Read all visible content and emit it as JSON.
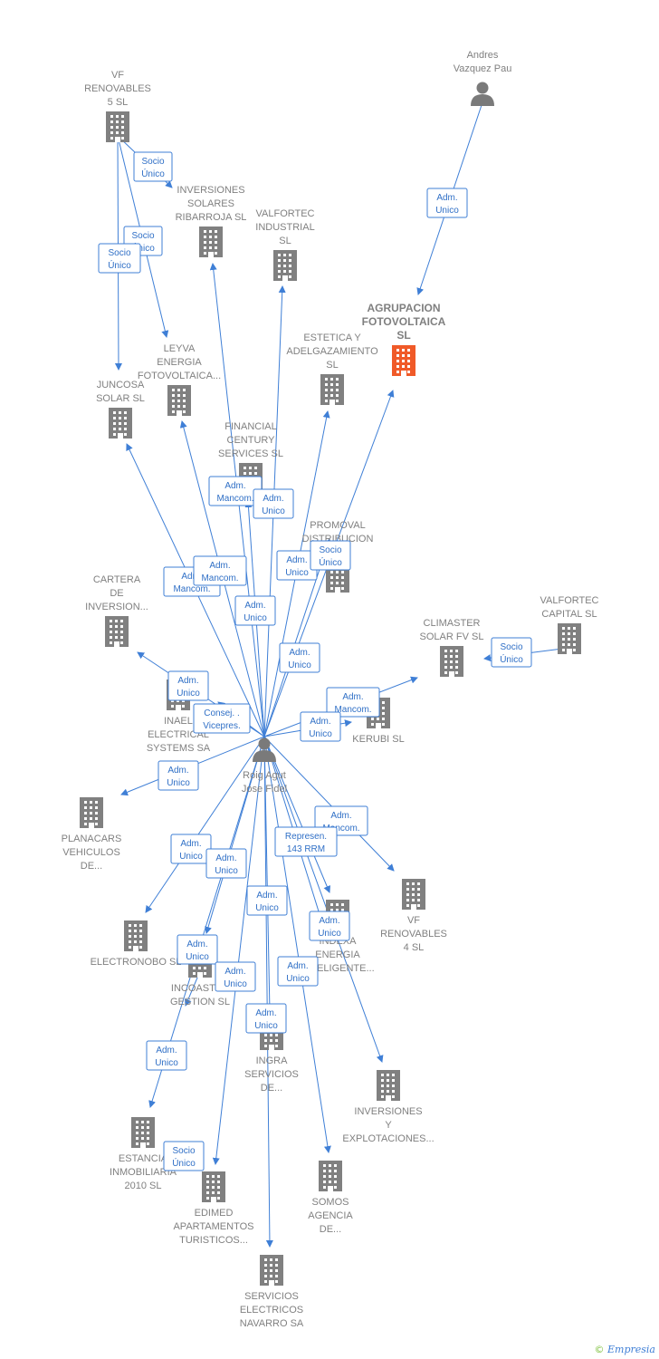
{
  "colors": {
    "edge": "#3f7fd6",
    "building": "#808080",
    "focus_building": "#f05a28",
    "person": "#7a7a7a"
  },
  "nodes": [
    {
      "id": "vf5",
      "type": "company",
      "lines": [
        "VF",
        "RENOVABLES",
        "5  SL"
      ]
    },
    {
      "id": "isr",
      "type": "company",
      "lines": [
        "INVERSIONES",
        "SOLARES",
        "RIBARROJA SL"
      ]
    },
    {
      "id": "vfi",
      "type": "company",
      "lines": [
        "VALFORTEC",
        "INDUSTRIAL",
        "SL"
      ]
    },
    {
      "id": "avp",
      "type": "person",
      "lines": [
        "Andres",
        "Vazquez Pau"
      ]
    },
    {
      "id": "agr",
      "type": "focus",
      "lines": [
        "AGRUPACION",
        "FOTOVOLTAICA",
        "SL"
      ]
    },
    {
      "id": "ead",
      "type": "company",
      "lines": [
        "ESTETICA Y",
        "ADELGAZAMIENTO",
        "SL"
      ]
    },
    {
      "id": "ley",
      "type": "company",
      "lines": [
        "LEYVA",
        "ENERGIA",
        "FOTOVOLTAICA..."
      ]
    },
    {
      "id": "jun",
      "type": "company",
      "lines": [
        "JUNCOSA",
        "SOLAR  SL"
      ]
    },
    {
      "id": "fcs",
      "type": "company",
      "lines": [
        "FINANCIAL",
        "CENTURY",
        "SERVICES  SL"
      ]
    },
    {
      "id": "pro",
      "type": "company",
      "lines": [
        "PROMOVAL",
        "DISTRIBUCION",
        "SL"
      ]
    },
    {
      "id": "car",
      "type": "company",
      "lines": [
        "CARTERA",
        "DE",
        "INVERSION..."
      ]
    },
    {
      "id": "cli",
      "type": "company",
      "lines": [
        "CLIMASTER",
        "SOLAR FV SL"
      ]
    },
    {
      "id": "vfc",
      "type": "company",
      "lines": [
        "VALFORTEC",
        "CAPITAL  SL"
      ]
    },
    {
      "id": "ina",
      "type": "company",
      "lines": [
        "INAEL",
        "ELECTRICAL",
        "SYSTEMS SA"
      ]
    },
    {
      "id": "ker",
      "type": "company",
      "lines": [
        "KERUBI SL"
      ]
    },
    {
      "id": "rag",
      "type": "person",
      "lines": [
        "Roig Agut",
        "Jose Fidel"
      ]
    },
    {
      "id": "pla",
      "type": "company",
      "lines": [
        "PLANACARS",
        "VEHICULOS",
        "DE..."
      ]
    },
    {
      "id": "vf4",
      "type": "company",
      "lines": [
        "VF",
        "RENOVABLES",
        "4  SL"
      ]
    },
    {
      "id": "ele",
      "type": "company",
      "lines": [
        "ELECTRONOBO SL"
      ]
    },
    {
      "id": "ind",
      "type": "company",
      "lines": [
        "INDEXA",
        "ENERGIA",
        "INTELIGENTE..."
      ]
    },
    {
      "id": "inc",
      "type": "company",
      "lines": [
        "INCOASTER",
        "GESTION  SL"
      ]
    },
    {
      "id": "ing",
      "type": "company",
      "lines": [
        "INGRA",
        "SERVICIOS",
        "DE..."
      ]
    },
    {
      "id": "iye",
      "type": "company",
      "lines": [
        "INVERSIONES",
        "Y",
        "EXPLOTACIONES..."
      ]
    },
    {
      "id": "est",
      "type": "company",
      "lines": [
        "ESTANCIA",
        "INMOBILIARIA",
        "2010 SL"
      ]
    },
    {
      "id": "edi",
      "type": "company",
      "lines": [
        "EDIMED",
        "APARTAMENTOS",
        "TURISTICOS..."
      ]
    },
    {
      "id": "som",
      "type": "company",
      "lines": [
        "SOMOS",
        "AGENCIA",
        "DE..."
      ]
    },
    {
      "id": "sen",
      "type": "company",
      "lines": [
        "SERVICIOS",
        "ELECTRICOS",
        "NAVARRO SA"
      ]
    }
  ],
  "edges": [
    {
      "from": "vf5",
      "to": "isr",
      "label": [
        "Socio",
        "Único"
      ]
    },
    {
      "from": "vf5",
      "to": "ley",
      "label": [
        "Socio",
        "Único"
      ]
    },
    {
      "from": "vf5",
      "to": "jun",
      "label": [
        "Socio",
        "Único"
      ]
    },
    {
      "from": "avp",
      "to": "agr",
      "label": [
        "Adm.",
        "Unico"
      ]
    },
    {
      "from": "rag",
      "to": "fcs",
      "label": [
        "Adm.",
        "Mancom."
      ]
    },
    {
      "from": "rag",
      "to": "vfi",
      "label": [
        "Adm.",
        "Unico"
      ]
    },
    {
      "from": "rag",
      "to": "ead",
      "label": [
        "Adm.",
        "Unico"
      ]
    },
    {
      "from": "rag",
      "to": "pro",
      "label": [
        "Socio",
        "Único"
      ]
    },
    {
      "from": "rag",
      "to": "jun",
      "label": [
        "Adm.",
        "Mancom."
      ]
    },
    {
      "from": "rag",
      "to": "ley",
      "label": [
        "Adm.",
        "Mancom."
      ]
    },
    {
      "from": "rag",
      "to": "isr",
      "label": [
        "Adm.",
        "Unico"
      ]
    },
    {
      "from": "rag",
      "to": "agr",
      "label": [
        "Adm.",
        "Unico"
      ]
    },
    {
      "from": "rag",
      "to": "car",
      "label": [
        "Adm.",
        "Unico"
      ]
    },
    {
      "from": "rag",
      "to": "ina",
      "label": [
        "Consej. .",
        "Vicepres."
      ]
    },
    {
      "from": "rag",
      "to": "cli",
      "label": [
        "Adm.",
        "Mancom."
      ]
    },
    {
      "from": "rag",
      "to": "ker",
      "label": [
        "Adm.",
        "Unico"
      ]
    },
    {
      "from": "vfc",
      "to": "cli",
      "label": [
        "Socio",
        "Único"
      ]
    },
    {
      "from": "rag",
      "to": "pla",
      "label": [
        "Adm.",
        "Unico"
      ]
    },
    {
      "from": "rag",
      "to": "vf4",
      "label": [
        "Adm.",
        "Mancom."
      ]
    },
    {
      "from": "rag",
      "to": "ind",
      "label": [
        "Represen.",
        "143 RRM"
      ]
    },
    {
      "from": "rag",
      "to": "ele",
      "label": [
        "Adm.",
        "Unico"
      ]
    },
    {
      "from": "rag",
      "to": "inc",
      "label": [
        "Adm.",
        "Unico"
      ]
    },
    {
      "from": "rag",
      "to": "ing",
      "label": [
        "Adm.",
        "Unico"
      ]
    },
    {
      "from": "rag",
      "to": "ind",
      "label": [
        "Adm.",
        "Unico"
      ]
    },
    {
      "from": "rag",
      "to": "est",
      "label": [
        "Adm.",
        "Unico"
      ]
    },
    {
      "from": "rag",
      "to": "edi",
      "label": [
        "Adm.",
        "Unico"
      ]
    },
    {
      "from": "rag",
      "to": "iye",
      "label": [
        "Adm.",
        "Unico"
      ]
    },
    {
      "from": "rag",
      "to": "som",
      "label": [
        "Adm.",
        "Unico"
      ]
    },
    {
      "from": "rag",
      "to": "sen",
      "label": [
        "Adm.",
        "Unico"
      ]
    },
    {
      "from": "inc",
      "to": "est",
      "label": [
        "Socio",
        "Único"
      ]
    },
    {
      "from": "edi",
      "to": "edi",
      "label": [
        "Socio",
        "Único"
      ]
    }
  ],
  "footer": {
    "copyright": "©",
    "brand": "Empresia"
  }
}
